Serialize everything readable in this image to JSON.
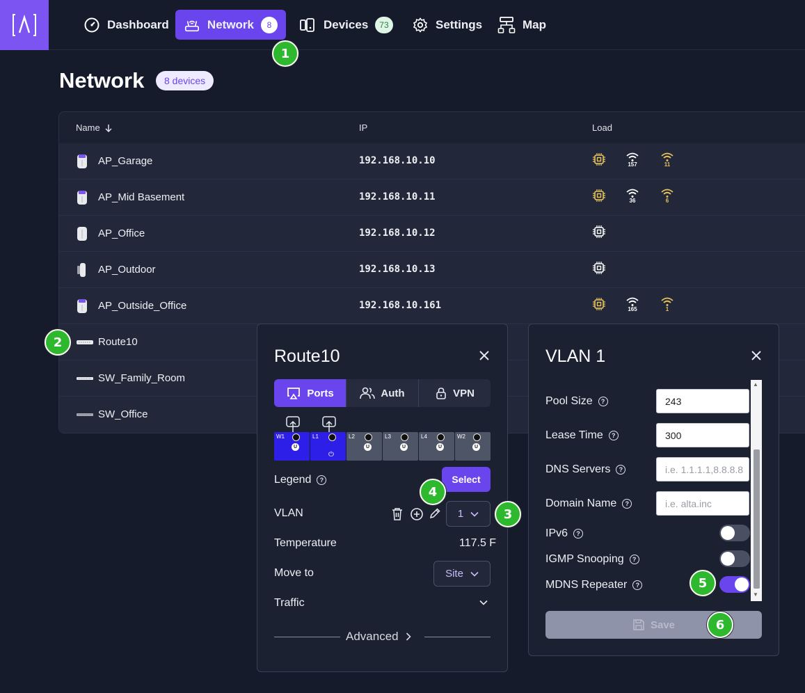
{
  "nav": {
    "items": [
      {
        "label": "Dashboard",
        "icon": "gauge-icon"
      },
      {
        "label": "Network",
        "icon": "router-icon",
        "badge": "8",
        "active": true
      },
      {
        "label": "Devices",
        "icon": "devices-icon",
        "badge": "73"
      },
      {
        "label": "Settings",
        "icon": "gear-icon"
      },
      {
        "label": "Map",
        "icon": "sitemap-icon"
      }
    ]
  },
  "page": {
    "title": "Network",
    "badge": "8 devices"
  },
  "table": {
    "columns": [
      "Name",
      "IP",
      "Load"
    ],
    "rows": [
      {
        "name": "AP_Garage",
        "ip": "192.168.10.10",
        "wifi1": "157",
        "wifi2": "11"
      },
      {
        "name": "AP_Mid Basement",
        "ip": "192.168.10.11",
        "wifi1": "36",
        "wifi2": "6"
      },
      {
        "name": "AP_Office",
        "ip": "192.168.10.12"
      },
      {
        "name": "AP_Outdoor",
        "ip": "192.168.10.13"
      },
      {
        "name": "AP_Outside_Office",
        "ip": "192.168.10.161",
        "wifi1": "165",
        "wifi2": "1"
      },
      {
        "name": "Route10"
      },
      {
        "name": "SW_Family_Room"
      },
      {
        "name": "SW_Office"
      }
    ]
  },
  "device_panel": {
    "title": "Route10",
    "tabs": [
      "Ports",
      "Auth",
      "VPN"
    ],
    "ports": [
      {
        "label": "W1",
        "state": "active"
      },
      {
        "label": "L1",
        "state": "active"
      },
      {
        "label": "L2",
        "state": "idle"
      },
      {
        "label": "L3",
        "state": "idle"
      },
      {
        "label": "L4",
        "state": "idle"
      },
      {
        "label": "W2",
        "state": "idle"
      }
    ],
    "legend_label": "Legend",
    "select_label": "Select",
    "vlan_label": "VLAN",
    "vlan_value": "1",
    "temperature_label": "Temperature",
    "temperature_value": "117.5 F",
    "move_to_label": "Move to",
    "move_to_value": "Site",
    "traffic_label": "Traffic",
    "advanced_label": "Advanced"
  },
  "vlan_panel": {
    "title": "VLAN 1",
    "pool_size_label": "Pool Size",
    "pool_size_value": "243",
    "lease_time_label": "Lease Time",
    "lease_time_value": "300",
    "dns_label": "DNS Servers",
    "dns_placeholder": "i.e. 1.1.1.1,8.8.8.8",
    "domain_label": "Domain Name",
    "domain_placeholder": "i.e. alta.inc",
    "ipv6_label": "IPv6",
    "ipv6_on": false,
    "igmp_label": "IGMP Snooping",
    "igmp_on": false,
    "mdns_label": "MDNS Repeater",
    "mdns_on": true,
    "save_label": "Save"
  },
  "steps": [
    "1",
    "2",
    "3",
    "4",
    "5",
    "6"
  ],
  "colors": {
    "accent": "#6a45ee",
    "step": "#2eb82e",
    "load_amber": "#e6c35c",
    "port_active": "#2e1fe8"
  }
}
